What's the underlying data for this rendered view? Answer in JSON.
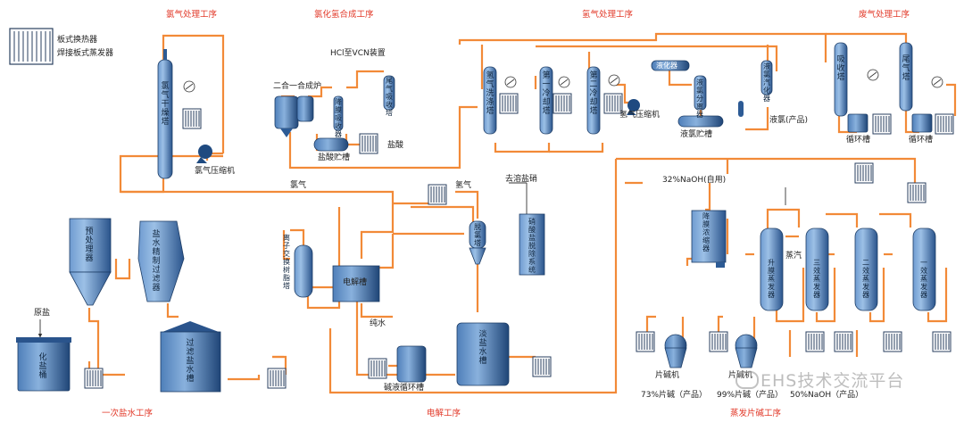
{
  "legend": {
    "items": [
      "板式换热器",
      "焊接板式蒸发器"
    ]
  },
  "sections": {
    "chlorine_left": "氯气处理工序",
    "hcl_synthesis": "氯化氢合成工序",
    "hydrogen": "氢气处理工序",
    "waste_gas": "废气处理工序",
    "primary_brine": "一次盐水工序",
    "electrolysis": "电解工序",
    "evaporation": "蒸发片碱工序"
  },
  "equipment": {
    "chlorine_dry_tower": "氯气干燥塔",
    "chlorine_compressor": "氯气压缩机",
    "combined_furnace": "二合一合成炉",
    "film_absorber": "降膜吸收器",
    "tail_absorber": "尾气吸收塔",
    "hcl_storage": "盐酸贮槽",
    "hydrogen_wash": "氢气洗涤塔",
    "first_cooler": "第一冷却塔",
    "second_cooler": "第二冷却塔",
    "hydrogen_compressor": "氢气压缩机",
    "liquefier": "液化器",
    "liquid_separator": "液氯分离器",
    "liquid_tank": "液氯贮槽",
    "vaporizer": "液氯汽化器",
    "absorber1": "吸收塔",
    "absorber2": "尾气塔",
    "loop_tank1": "循环槽",
    "loop_tank2": "循环槽",
    "dissolver": "化盐桶",
    "pretreater": "预处理器",
    "brine_filter": "盐水精制过滤器",
    "filtered_brine": "过滤盐水槽",
    "ion_exchange": "离子交换树脂塔",
    "cell": "电解槽",
    "dechlorination": "脱氯塔",
    "sulfate_removal": "硝酸盐脱除系统",
    "caustic_loop": "碱液循环槽",
    "dilute_brine": "淡盐水槽",
    "film_concentrator": "降膜浓缩器",
    "evap4": "升膜蒸发器",
    "evap3": "三效蒸发器",
    "evap2": "二效蒸发器",
    "evap1": "一效蒸发器",
    "flaker1": "片碱机",
    "flaker2": "片碱机"
  },
  "streams": {
    "hcl_to_vcm": "HCl至VCN装置",
    "hydrochloric_acid": "盐酸",
    "liquid_chlorine_product": "液氯(产品)",
    "chlorine_gas": "氯气",
    "hydrogen_gas": "氢气",
    "remove_nitrate": "去溶盐硝",
    "naoh_32": "32%NaOH(自用)",
    "steam": "蒸汽",
    "pure_water": "纯水",
    "raw_salt": "原盐",
    "product_73": "73%片碱（产品）",
    "product_99": "99%片碱（产品）",
    "product_50": "50%NaOH（产品）"
  },
  "watermark": "EHS技术交流平台",
  "colors": {
    "pipe": "#f28a38",
    "vessel_dark": "#2d5b95",
    "vessel_light": "#7fa9d8",
    "section_title": "#e23a2a"
  }
}
